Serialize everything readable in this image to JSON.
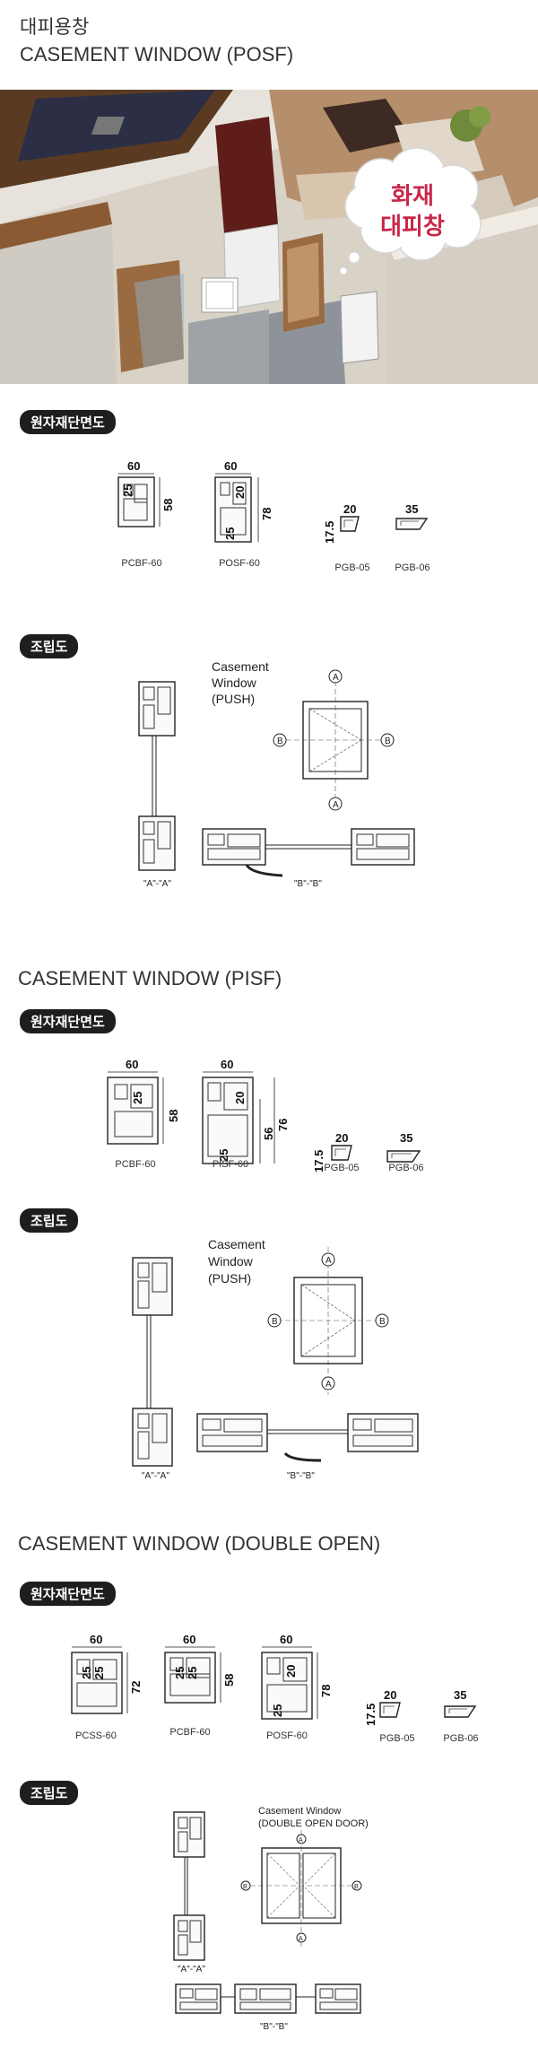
{
  "header": {
    "title_ko": "대피용창",
    "title_en": "CASEMENT WINDOW (POSF)"
  },
  "hero": {
    "cloud_line1": "화재",
    "cloud_line2": "대피창",
    "colors": {
      "cloud_text": "#c8284a",
      "cloud_fill": "#ffffff"
    }
  },
  "sections": [
    {
      "title": "",
      "pill_profile": "원자재단면도",
      "pill_assembly": "조립도",
      "profiles": [
        {
          "name": "PCBF-60",
          "dims": [
            "60",
            "25",
            "58"
          ]
        },
        {
          "name": "POSF-60",
          "dims": [
            "60",
            "20",
            "25",
            "78"
          ]
        },
        {
          "name": "PGB-05",
          "dims": [
            "20",
            "17.5"
          ]
        },
        {
          "name": "PGB-06",
          "dims": [
            "35"
          ]
        }
      ],
      "assembly": {
        "caption1": "Casement",
        "caption2": "Window",
        "caption3": "(PUSH)",
        "label_a": "\"A\"-\"A\"",
        "label_b": "\"B\"-\"B\"",
        "mark_a": "A",
        "mark_b": "B"
      }
    },
    {
      "title": "CASEMENT WINDOW (PISF)",
      "pill_profile": "원자재단면도",
      "pill_assembly": "조립도",
      "profiles": [
        {
          "name": "PCBF-60",
          "dims": [
            "60",
            "25",
            "58"
          ]
        },
        {
          "name": "PISF-60",
          "dims": [
            "60",
            "20",
            "25",
            "56",
            "76"
          ]
        },
        {
          "name": "PGB-05",
          "dims": [
            "20",
            "17.5"
          ]
        },
        {
          "name": "PGB-06",
          "dims": [
            "35"
          ]
        }
      ],
      "assembly": {
        "caption1": "Casement",
        "caption2": "Window",
        "caption3": "(PUSH)",
        "label_a": "\"A\"-\"A\"",
        "label_b": "\"B\"-\"B\"",
        "mark_a": "A",
        "mark_b": "B"
      }
    },
    {
      "title": "CASEMENT WINDOW (DOUBLE OPEN)",
      "pill_profile": "원자재단면도",
      "pill_assembly": "조립도",
      "profiles": [
        {
          "name": "PCSS-60",
          "dims": [
            "60",
            "25",
            "25",
            "72"
          ]
        },
        {
          "name": "PCBF-60",
          "dims": [
            "60",
            "25",
            "25",
            "58"
          ]
        },
        {
          "name": "POSF-60",
          "dims": [
            "60",
            "20",
            "25",
            "78"
          ]
        },
        {
          "name": "PGB-05",
          "dims": [
            "20",
            "17.5"
          ]
        },
        {
          "name": "PGB-06",
          "dims": [
            "35"
          ]
        }
      ],
      "assembly": {
        "caption1": "Casement Window",
        "caption2": "(DOUBLE OPEN DOOR)",
        "label_a": "\"A\"-\"A\"",
        "label_b": "\"B\"-\"B\"",
        "mark_a": "A",
        "mark_b": "B"
      }
    }
  ]
}
